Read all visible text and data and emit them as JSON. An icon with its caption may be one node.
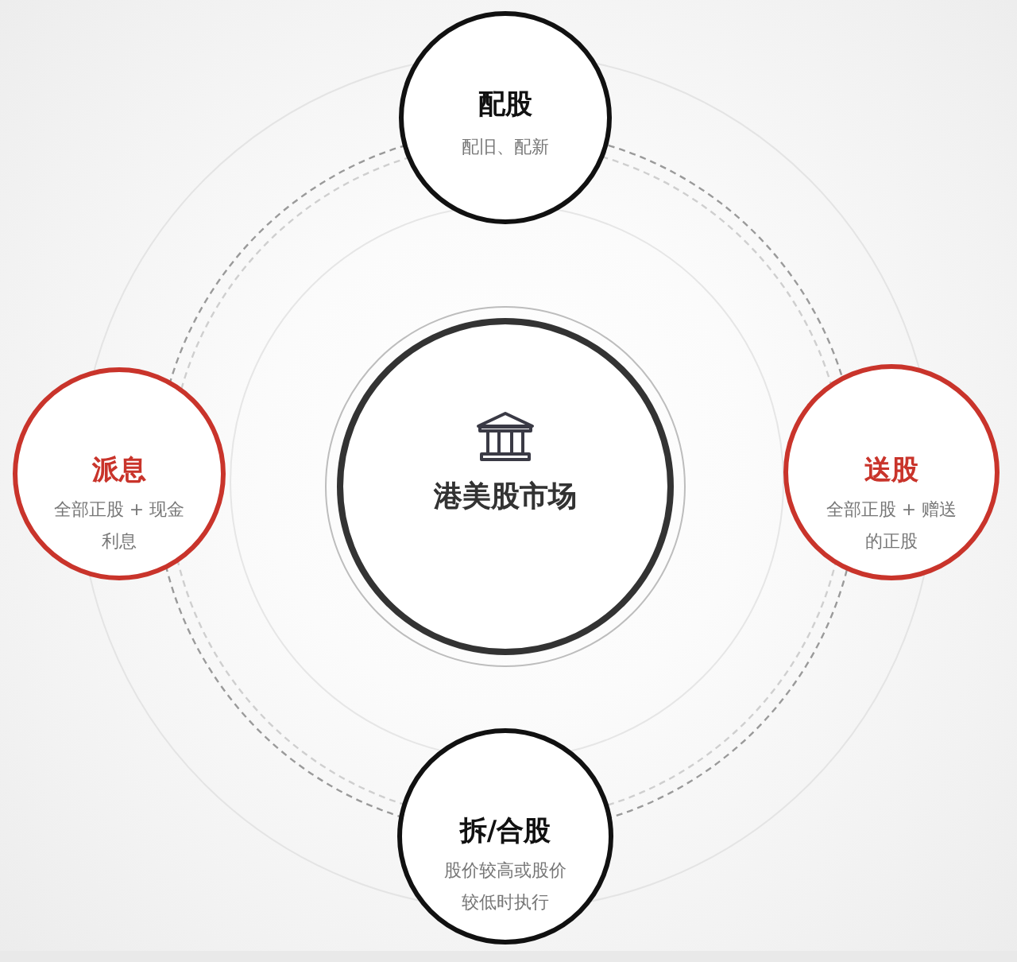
{
  "diagram": {
    "nodes": [
      {
        "text": [
          "配股",
          "配旧、配新"
        ]
      },
      {
        "text": [
          "派息",
          "全部正股 + 现金利息"
        ]
      },
      {
        "text": [
          "港美股市场"
        ]
      },
      {
        "text": [
          "送股",
          "全部正股 + 赠送的正股"
        ]
      },
      {
        "text": [
          "拆/合股",
          "股价较高或股价较低时执行"
        ]
      }
    ]
  }
}
